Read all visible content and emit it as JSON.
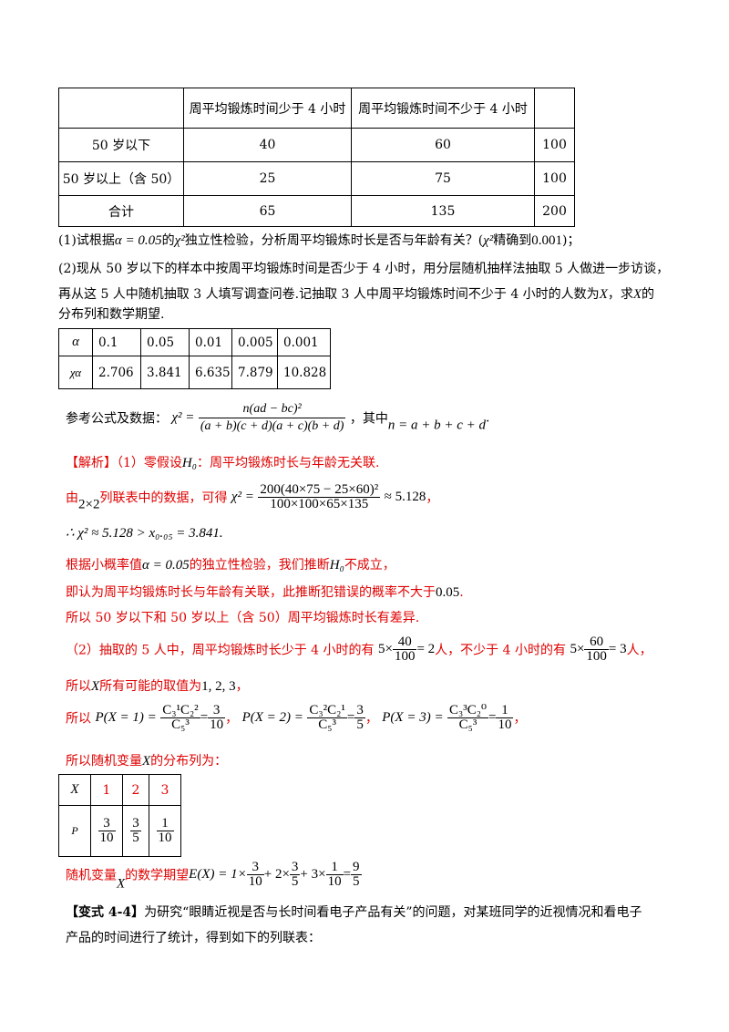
{
  "table1": {
    "headers": [
      "",
      "周平均锻炼时间少于 4 小时",
      "周平均锻炼时间不少于 4 小时",
      ""
    ],
    "rows": [
      [
        "50 岁以下",
        "40",
        "60",
        "100"
      ],
      [
        "50 岁以上（含 50）",
        "25",
        "75",
        "100"
      ],
      [
        "合计",
        "65",
        "135",
        "200"
      ]
    ]
  },
  "q1": {
    "prefix": "(1)试根据",
    "alpha_eq": "α = 0.05",
    "mid1": "的",
    "chi": "χ²",
    "mid2": "独立性检验，分析周平均锻炼时长是否与年龄有关？(",
    "mid3": "精确到",
    "precision": "0.001",
    "suffix": ")；"
  },
  "q2": {
    "line1": "(2)现从 50 岁以下的样本中按周平均锻炼时间是否少于 4 小时，用分层随机抽样法抽取 5 人做进一步访谈，",
    "line2a": "再从这 5 人中随机抽取 3 人填写调查问卷.记抽取 3 人中周平均锻炼时间不少于 4 小时的人数为",
    "var": "X",
    "line2b": "，求",
    "line2c": "的",
    "line3": "分布列和数学期望."
  },
  "table2": {
    "row1": [
      "α",
      "0.1",
      "0.05",
      "0.01",
      "0.005",
      "0.001"
    ],
    "row2": [
      "χα",
      "2.706",
      "3.841",
      "6.635",
      "7.879",
      "10.828"
    ]
  },
  "formula": {
    "label": "参考公式及数据：",
    "lhs": "χ² =",
    "num": "n(ad − bc)²",
    "den": "(a + b)(c + d)(a + c)(b + d)",
    "mid": "，其中",
    "n_eq": "n = a + b + c + d",
    "end": "."
  },
  "solution": {
    "head": "【解析】",
    "s1": "（1）零假设",
    "h0": "H₀",
    "s1b": "：周平均锻炼时长与年龄无关联.",
    "s2a": "由",
    "s2b": "2×2",
    "s2c": "列联表中的数据，可得",
    "s2d": "χ² =",
    "s2num": "200(40×75 − 25×60)²",
    "s2den": "100×100×65×135",
    "s2e": "≈ 5.128",
    "s2f": "，",
    "s3": "∴ χ² ≈ 5.128 > x₀.₀₅ = 3.841.",
    "s4a": "根据小概率值",
    "s4b": "α = 0.05",
    "s4c": "的独立性检验，我们推断",
    "s4d": "H₀",
    "s4e": "不成立，",
    "s5a": "即认为周平均锻炼时长与年龄有关联，此推断犯错误的概率不大于",
    "s5b": "0.05",
    "s5c": ".",
    "s6": "所以 50 岁以下和 50 岁以上（含 50）周平均锻炼时长有差异.",
    "s7a": "（2）抽取的 5 人中，周平均锻炼时长少于 4 小时的有",
    "s7b": "5×",
    "s7n1": "40",
    "s7d1": "100",
    "s7c": "= 2",
    "s7e": "人，不少于 4 小时的有",
    "s7f": "5×",
    "s7n2": "60",
    "s7d2": "100",
    "s7g": "= 3",
    "s7h": "人，",
    "s8a": "所以",
    "s8b": "X",
    "s8c": "所有可能的取值为",
    "s8d": "1, 2, 3",
    "s8e": "，",
    "s9a": "所以",
    "p1": "P(X = 1) =",
    "p1n": "C₃¹C₂²",
    "p1d": "C₅³",
    "p1eq": "=",
    "p1rn": "3",
    "p1rd": "10",
    "sep1": "，",
    "p2": "P(X = 2) =",
    "p2n": "C₃²C₂¹",
    "p2d": "C₅³",
    "p2eq": "=",
    "p2rn": "3",
    "p2rd": "5",
    "sep2": "，",
    "p3": "P(X = 3) =",
    "p3n": "C₃³C₂⁰",
    "p3d": "C₅³",
    "p3eq": "=",
    "p3rn": "1",
    "p3rd": "10",
    "sep3": "，",
    "s10a": "所以随机变量",
    "s10b": "X",
    "s10c": "的分布列为：",
    "dist": {
      "x_label": "X",
      "xs": [
        "1",
        "2",
        "3"
      ],
      "p_label": "P",
      "ps": [
        [
          "3",
          "10"
        ],
        [
          "3",
          "5"
        ],
        [
          "1",
          "10"
        ]
      ]
    },
    "s11a": "随机变量",
    "s11b": "X",
    "s11c": "的数学期望",
    "s11d": "E(X) = 1×",
    "e1n": "3",
    "e1d": "10",
    "s11e": "+ 2×",
    "e2n": "3",
    "e2d": "5",
    "s11f": "+ 3×",
    "e3n": "1",
    "e3d": "10",
    "s11g": "=",
    "e4n": "9",
    "e4d": "5"
  },
  "variant": {
    "head": "【变式 4-4】",
    "line1": "为研究“眼睛近视是否与长时间看电子产品有关”的问题，对某班同学的近视情况和看电子",
    "line2": "产品的时间进行了统计，得到如下的列联表："
  }
}
